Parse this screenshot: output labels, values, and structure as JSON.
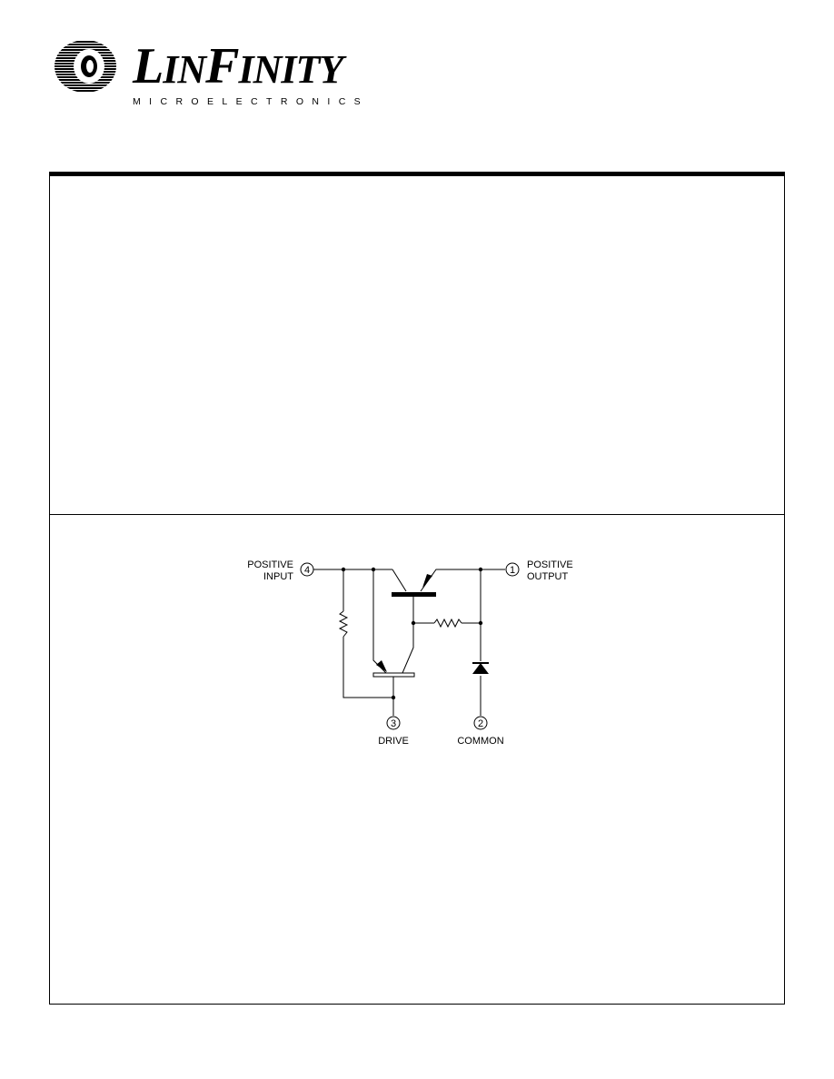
{
  "logo": {
    "brand_first": "L",
    "brand_mid": "IN",
    "brand_second": "F",
    "brand_rest": "INITY",
    "subtitle": "MICROELECTRONICS"
  },
  "schematic": {
    "pins": [
      {
        "number": "4",
        "label_line1": "POSITIVE",
        "label_line2": "INPUT"
      },
      {
        "number": "1",
        "label_line1": "POSITIVE",
        "label_line2": "OUTPUT"
      },
      {
        "number": "3",
        "label_line1": "DRIVE"
      },
      {
        "number": "2",
        "label_line1": "COMMON"
      }
    ]
  }
}
